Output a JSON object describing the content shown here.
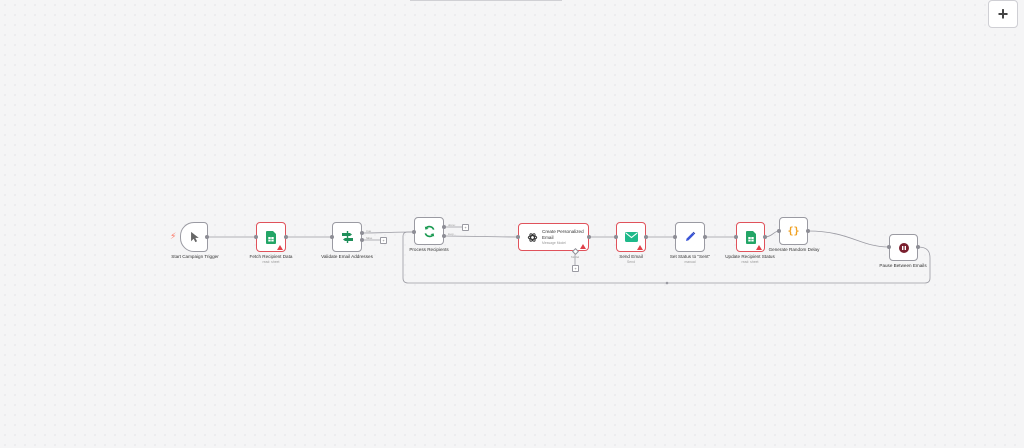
{
  "toolbar": {
    "add_label": "+"
  },
  "nodes": {
    "start": {
      "label": "Start Campaign Trigger",
      "icon": "cursor-icon"
    },
    "fetch": {
      "label": "Fetch Recipient Data",
      "sub": "read: sheet",
      "icon": "google-sheets-icon"
    },
    "validate": {
      "label": "Validate Email Addresses",
      "icon": "filter-icon"
    },
    "process": {
      "label": "Process Recipients",
      "icon": "loop-icon"
    },
    "create": {
      "title": "Create Personalized Email",
      "sub": "Message Model",
      "icon": "openai-icon"
    },
    "send": {
      "label": "Send Email",
      "sub": "Send",
      "icon": "mail-icon"
    },
    "status": {
      "label": "Set Status to \"Sent\"",
      "sub": "manual",
      "icon": "pen-icon"
    },
    "update": {
      "label": "Update Recipient Status",
      "sub": "read: sheet",
      "icon": "google-sheets-icon"
    },
    "delay": {
      "label": "Generate Random Delay",
      "icon": "code-braces-icon"
    },
    "pause": {
      "label": "Pause Between Emails",
      "icon": "pause-icon"
    }
  },
  "branches": {
    "validate_true": "true",
    "validate_false": "false",
    "process_done": "done",
    "process_loop": "loop",
    "create_model": "Model"
  },
  "colors": {
    "accent": "#ff6d5a",
    "sheets": "#23a566",
    "filter": "#1f8f5a",
    "loop": "#1b9a52",
    "mail": "#1fb98a",
    "pen": "#3b55d6",
    "code": "#f0a020",
    "pause": "#7a1f2e",
    "error": "#e0525b"
  }
}
